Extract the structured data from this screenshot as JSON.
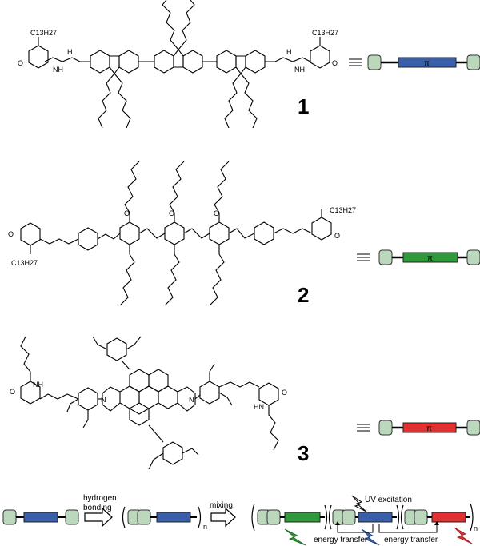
{
  "compounds": [
    {
      "number": "1",
      "chain_label": "C13H27",
      "pi_label": "π",
      "pi_color": "#3a5faa"
    },
    {
      "number": "2",
      "chain_label": "C13H27",
      "pi_label": "π",
      "pi_color": "#2e9a3c"
    },
    {
      "number": "3",
      "chain_label": "",
      "pi_label": "π",
      "pi_color": "#e03030"
    }
  ],
  "atoms": {
    "N": "N",
    "H": "H",
    "NH": "NH",
    "HN": "HN",
    "O": "O"
  },
  "endcap_color": "#bcd8bc",
  "scheme": {
    "step1_label_line1": "hydrogen",
    "step1_label_line2": "bonding",
    "step2_label": "mixing",
    "repeat_n": "n",
    "uv_label": "UV excitation",
    "transfer1": "energy transfer",
    "transfer2": "energy transfer"
  }
}
